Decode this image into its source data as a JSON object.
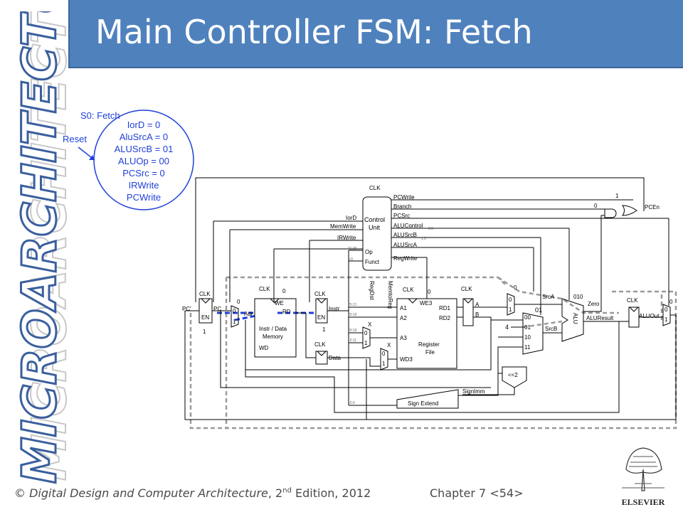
{
  "slide": {
    "title": "Main Controller FSM: Fetch",
    "side_title": "MICROARCHITECTURE",
    "footer": {
      "copyright": "©",
      "book": "Digital Design and Computer Architecture",
      "edition_num": "2",
      "edition_sup": "nd",
      "edition_rest": "Edition, 2012",
      "chapter": "Chapter 7 <54>"
    },
    "publisher": "ELSEVIER"
  },
  "fsm": {
    "state_name": "S0: Fetch",
    "reset_label": "Reset",
    "outputs": [
      "IorD = 0",
      "AluSrcA = 0",
      "ALUSrcB = 01",
      "ALUOp = 00",
      "PCSrc = 0",
      "IRWrite",
      "PCWrite"
    ]
  },
  "datapath": {
    "control_unit": [
      "Control",
      "Unit"
    ],
    "clk": "CLK",
    "op": "Op",
    "funct": "Funct",
    "signals": {
      "pcwrite": "PCWrite",
      "branch": "Branch",
      "pcsrc": "PCSrc",
      "alucontrol": "ALUControl",
      "alusrcb": "ALUSrcB",
      "alusrca": "ALUSrcA",
      "regwrite": "RegWrite",
      "iord": "IorD",
      "memwrite": "MemWrite",
      "irwrite": "IRWrite",
      "regdst": "RegDst",
      "memtoreg": "MemtoReg",
      "pcen": "PCEn"
    },
    "blocks": {
      "memory": [
        "Instr / Data",
        "Memory"
      ],
      "regfile": [
        "Register",
        "File"
      ],
      "signext": "Sign Extend",
      "shift": "<<2"
    },
    "labels": {
      "pc_prime": "PC'",
      "pc": "PC",
      "en": "EN",
      "adr": "Adr",
      "rd": "RD",
      "we": "WE",
      "wd": "WD",
      "instr": "Instr",
      "data": "Data",
      "a1": "A1",
      "a2": "A2",
      "a3": "A3",
      "wd3": "WD3",
      "we3": "WE3",
      "rd1": "RD1",
      "rd2": "RD2",
      "a": "A",
      "b": "B",
      "srca": "SrcA",
      "srcb": "SrcB",
      "zero": "Zero",
      "aluresult": "ALUResult",
      "aluout": "ALUOut",
      "signimm": "SignImm",
      "alu": "ALU",
      "four": "4",
      "x": "X",
      "zero_v": "0",
      "one_v": "1",
      "sel00": "00",
      "sel01": "01",
      "sel10": "10",
      "sel11": "11",
      "aluop_val": "010",
      "f25": "25:21",
      "f20": "20:16",
      "f15": "15:11",
      "f15b": "15:0",
      "f31": "31:26",
      "f5": "5:0",
      "w20": "2:0",
      "w10": "1:0"
    }
  },
  "colors": {
    "title_bar": "#4f81bd",
    "fsm_ink": "#1f3fd9",
    "highlight": "#1f3fd9",
    "active_path": "#808080"
  }
}
